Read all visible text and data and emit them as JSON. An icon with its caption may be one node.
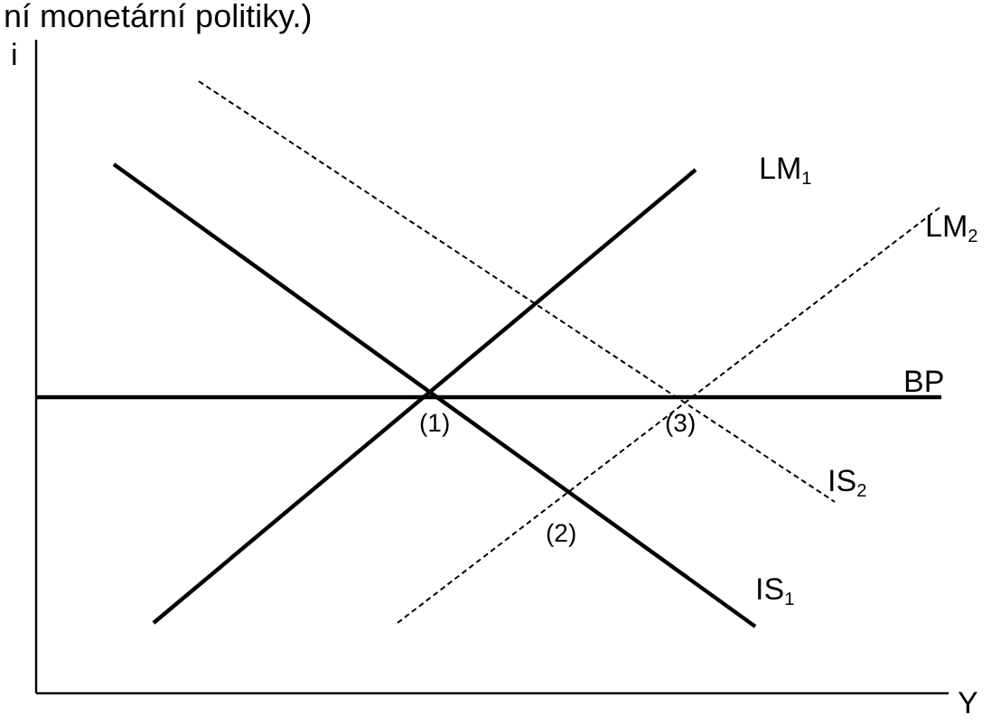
{
  "diagram": {
    "labels": [
      "ní monetární politiky.)",
      "i",
      "LM$_{1}$",
      "LM$_{2}$",
      "BP",
      "(1)",
      "(3)",
      "IS$_{2}$",
      "(2)",
      "IS$_{1}$",
      "Y"
    ]
  }
}
